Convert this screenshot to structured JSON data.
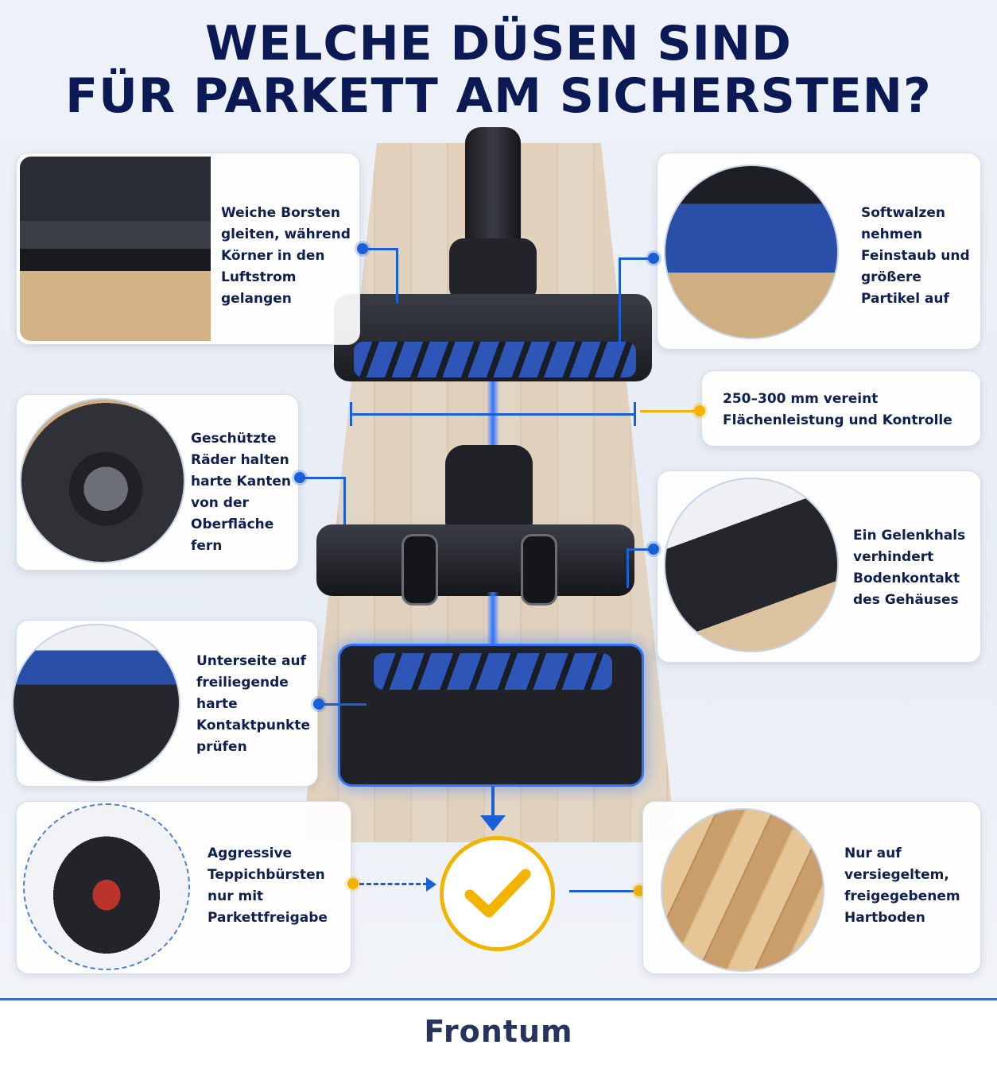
{
  "title": {
    "line1": "WELCHE DÜSEN SIND",
    "line2": "FÜR PARKETT AM SICHERSTEN?"
  },
  "cards": {
    "bristles": "Weiche Borsten gleiten, während Körner in den Luftstrom gelangen",
    "softroller": "Softwalzen nehmen Feinstaub und größere Partikel auf",
    "width": "250–300 mm vereint Flächenleistung und Kontrolle",
    "wheels": "Geschützte Räder halten harte Kanten von der Oberfläche fern",
    "joint": "Ein Gelenkhals verhindert Bodenkontakt des Gehäuses",
    "underside": "Unterseite auf freiliegende harte Kontaktpunkte prüfen",
    "carpet": "Aggressive Teppichbürsten nur mit Parkettfreigabe",
    "floor": "Nur auf versiegeltem, freigegebenem Hartboden"
  },
  "footer": {
    "logo": "Frontum"
  },
  "colors": {
    "navy": "#0b1a55",
    "accent_blue": "#1a5fd6",
    "gold": "#f2b400"
  }
}
